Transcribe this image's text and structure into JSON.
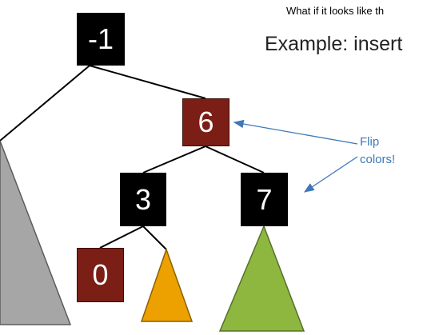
{
  "header": {
    "small_text": "What if it looks like th",
    "big_text": "Example: insert"
  },
  "tree": {
    "nodes": [
      {
        "id": "root",
        "label": "-1",
        "color": "black"
      },
      {
        "id": "n6",
        "label": "6",
        "color": "red"
      },
      {
        "id": "n3",
        "label": "3",
        "color": "black"
      },
      {
        "id": "n7",
        "label": "7",
        "color": "black"
      },
      {
        "id": "n0",
        "label": "0",
        "color": "red"
      }
    ],
    "subtree_colors": {
      "gray": "#a6a6a6",
      "orange": "#eda100",
      "green": "#8db73f"
    },
    "red_node_color": "#7b1e15",
    "black_node_color": "#000000"
  },
  "annotation": {
    "line1": "Flip",
    "line2": "colors!",
    "color": "#3e78b8"
  }
}
